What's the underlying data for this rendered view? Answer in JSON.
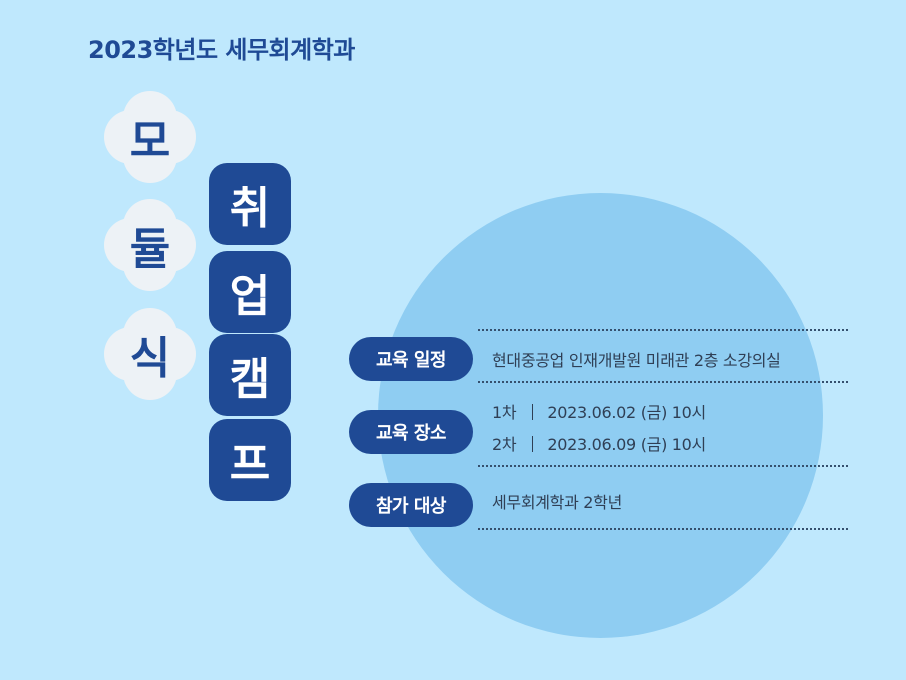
{
  "header": {
    "title": "2023학년도 세무회계학과"
  },
  "left_column": {
    "chars": [
      "모",
      "듈",
      "식"
    ]
  },
  "right_column": {
    "chars": [
      "취",
      "업",
      "캠",
      "프"
    ]
  },
  "details": {
    "schedule": {
      "label": "교육 일정",
      "value": "현대중공업 인재개발원 미래관 2층 소강의실"
    },
    "location": {
      "label": "교육 장소",
      "rows": [
        {
          "round": "1차",
          "date": "2023.06.02 (금) 10시"
        },
        {
          "round": "2차",
          "date": "2023.06.09 (금) 10시"
        }
      ]
    },
    "target": {
      "label": "참가 대상",
      "value": "세무회계학과 2학년"
    }
  },
  "colors": {
    "background": "#bfe8fd",
    "circle": "#8fcdf2",
    "navy": "#1f4a95",
    "petal": "#edf2f6"
  }
}
